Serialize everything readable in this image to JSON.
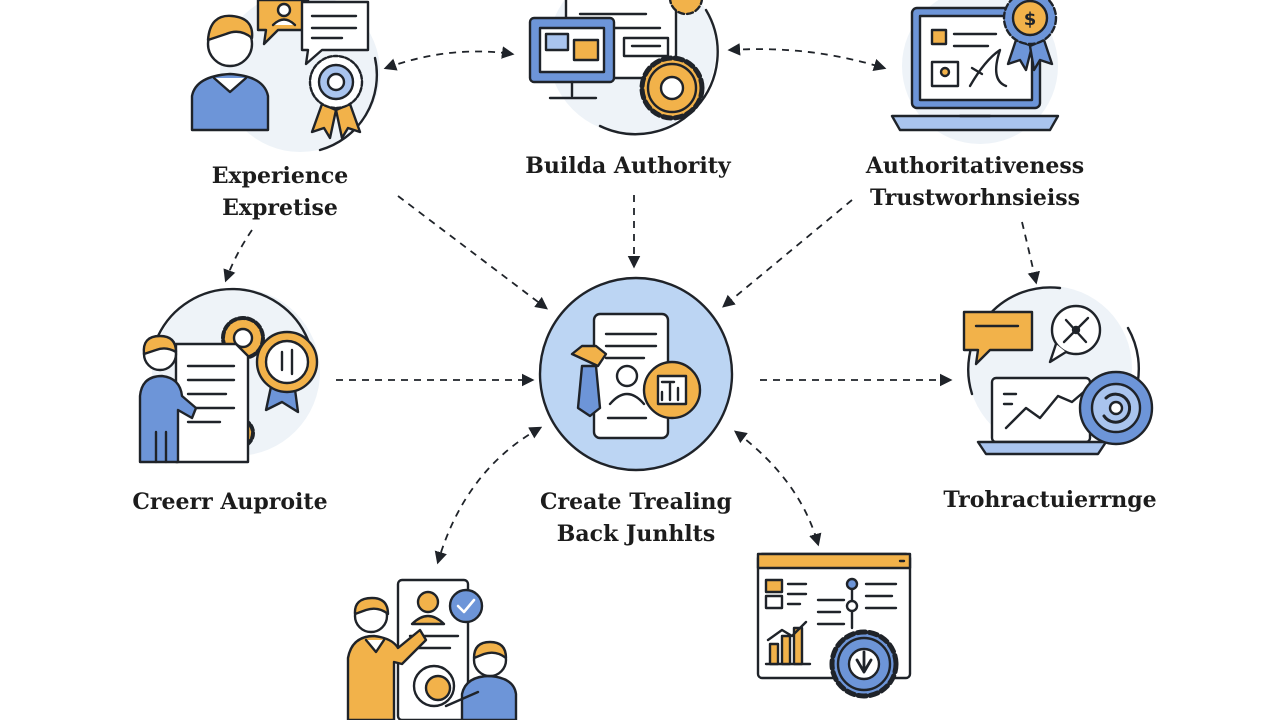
{
  "colors": {
    "stroke": "#1f2329",
    "blue": "#6d95d8",
    "blue_light": "#a9c4ee",
    "orange": "#f2b24a",
    "circle_bg": "#eef3f8",
    "center_fill": "#bcd5f3",
    "paper": "#ffffff"
  },
  "nodes": {
    "experience": {
      "icon": "person-badge-chat-icon",
      "lines": [
        "Experience",
        "Expretise"
      ]
    },
    "authority": {
      "icon": "monitor-gear-icon",
      "lines": [
        "Builda Authority"
      ]
    },
    "trust": {
      "icon": "laptop-dollar-badge-icon",
      "lines": [
        "Authoritativeness",
        "Trustworhnsieiss"
      ]
    },
    "career": {
      "icon": "person-document-award-icon",
      "lines": [
        "Creerr Auproite"
      ]
    },
    "center": {
      "icon": "document-tie-profile-icon",
      "lines": [
        "Create Trealing",
        "Back Junhlts"
      ]
    },
    "interaction": {
      "icon": "laptop-chat-chart-icon",
      "lines": [
        "Trohractuierrnge"
      ]
    },
    "people": {
      "icon": "people-document-icon",
      "lines": []
    },
    "analytics": {
      "icon": "browser-chart-gear-icon",
      "lines": []
    }
  }
}
